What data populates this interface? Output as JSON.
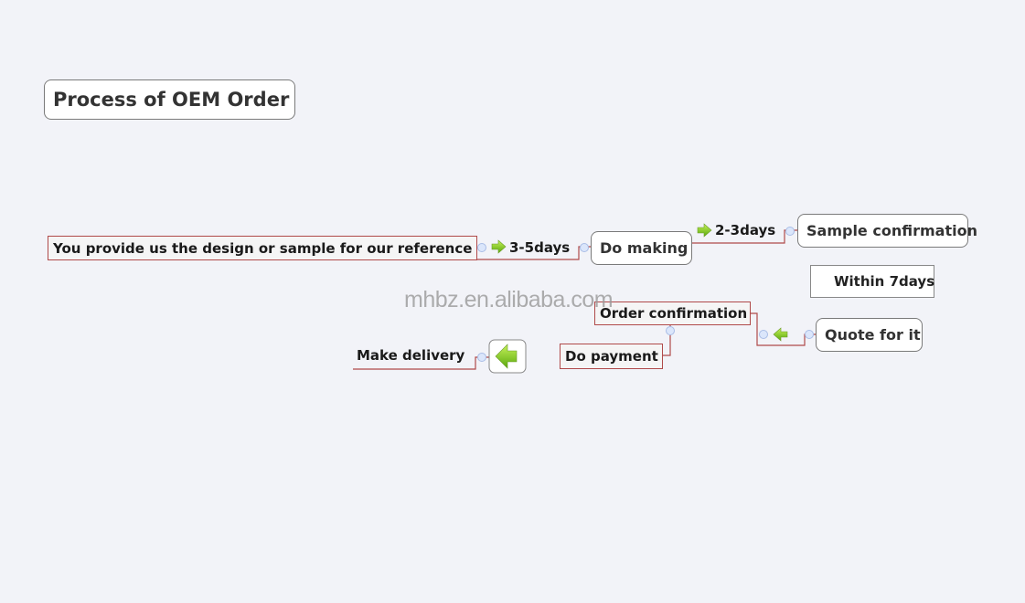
{
  "title": "Process of OEM Order",
  "nodes": {
    "design": "You provide us the design or sample for our reference",
    "days35": "3-5days",
    "making": "Do making",
    "days23": "2-3days",
    "sample": "Sample confirmation",
    "within7": "Within 7days",
    "quote": "Quote for it",
    "order": "Order confirmation",
    "payment": "Do payment",
    "delivery": "Make delivery"
  },
  "watermark": "mhbz.en.alibaba.com",
  "colors": {
    "connector": "#b04a4a",
    "arrow": "#7cc516"
  }
}
